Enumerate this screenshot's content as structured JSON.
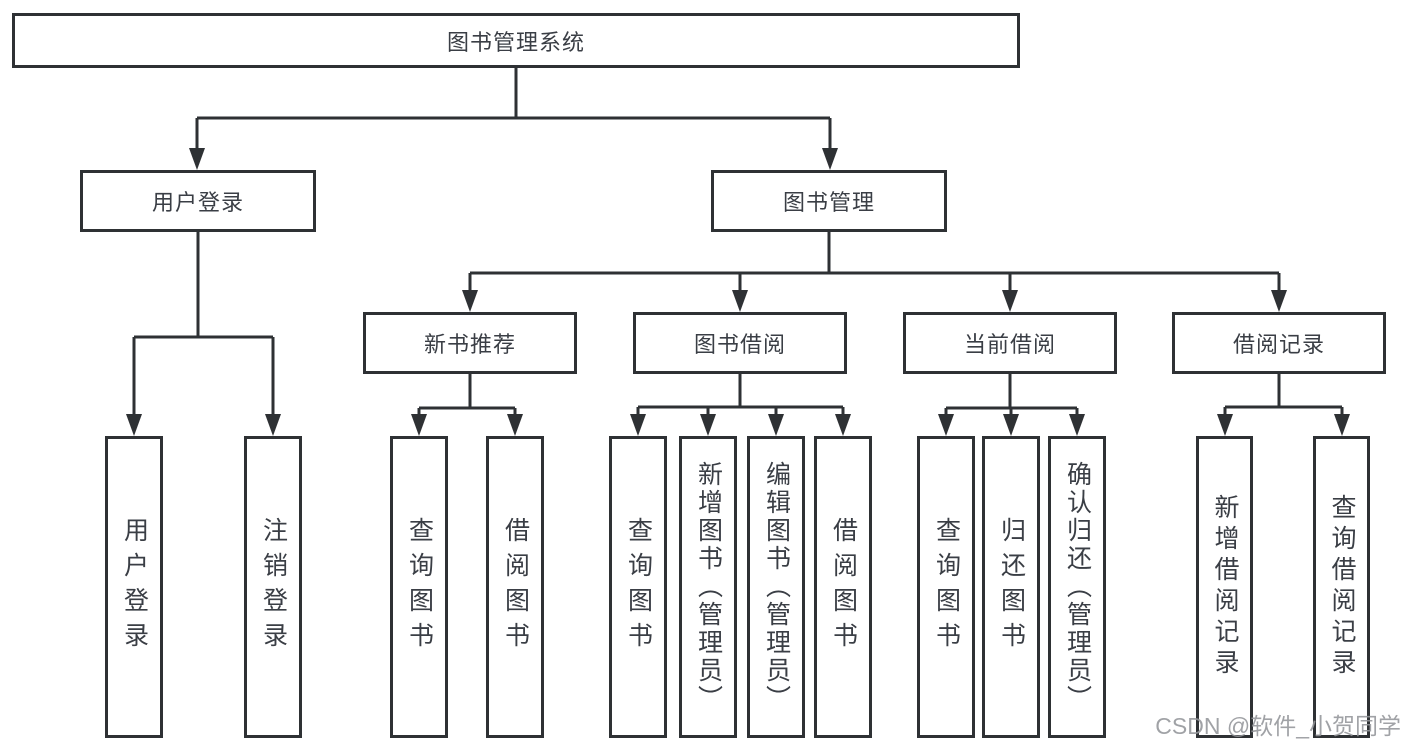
{
  "tree": {
    "root": "图书管理系统",
    "login": {
      "label": "用户登录",
      "children": [
        "用户登录",
        "注销登录"
      ]
    },
    "mgmt": {
      "label": "图书管理",
      "groups": [
        {
          "label": "新书推荐",
          "children": [
            "查询图书",
            "借阅图书"
          ]
        },
        {
          "label": "图书借阅",
          "children": [
            "查询图书",
            "新增图书（管理员）",
            "编辑图书（管理员）",
            "借阅图书"
          ]
        },
        {
          "label": "当前借阅",
          "children": [
            "查询图书",
            "归还图书",
            "确认归还（管理员）"
          ]
        },
        {
          "label": "借阅记录",
          "children": [
            "新增借阅记录",
            "查询借阅记录"
          ]
        }
      ]
    }
  },
  "watermark": "CSDN @软件_小贺同学",
  "colors": {
    "line": "#2e3134",
    "text": "#3a3e45",
    "background": "#ffffff",
    "watermark": "#94969a"
  }
}
